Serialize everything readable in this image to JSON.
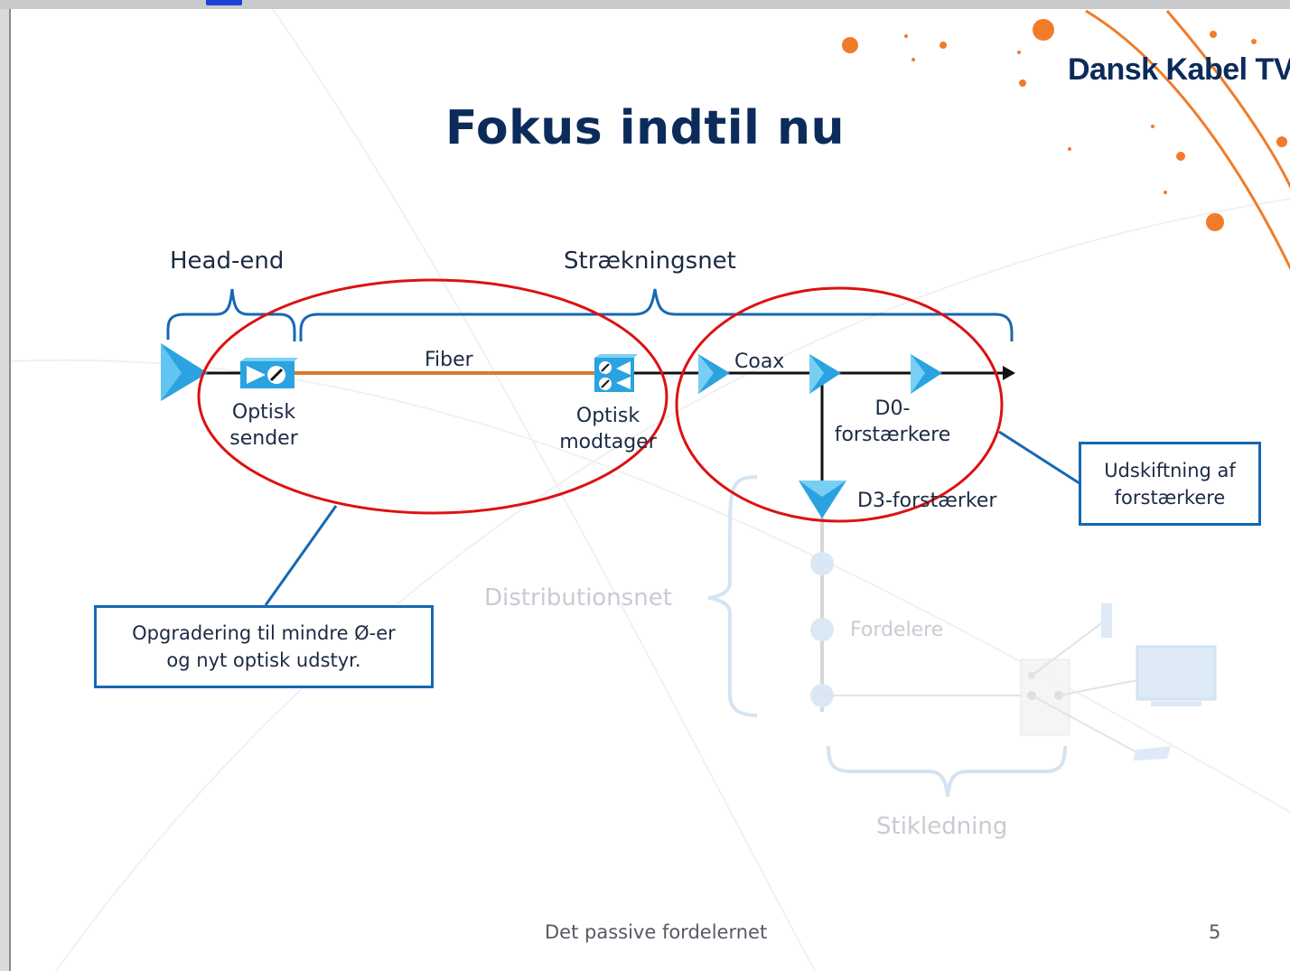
{
  "slide": {
    "title": "Fokus indtil nu",
    "brand": "Dansk Kabel TV",
    "footer_text": "Det passive fordelernet",
    "page_number": "5"
  },
  "diagram": {
    "section_headend": "Head-end",
    "section_straekningsnet": "Strækningsnet",
    "label_fiber": "Fiber",
    "label_coax": "Coax",
    "optisk_sender": "Optisk\nsender",
    "optisk_modtager": "Optisk\nmodtager",
    "d0_forstaerkere": "D0-\nforstærkere",
    "d3_forstaerker": "D3-forstærker",
    "distributionsnet": "Distributionsnet",
    "fordelere": "Fordelere",
    "stikledning": "Stikledning"
  },
  "callouts": {
    "opgradering": "Opgradering til mindre Ø-er\nog nyt optisk udstyr.",
    "udskiftning": "Udskiftning af\nforstærkere"
  },
  "colors": {
    "title": "#0b2b5b",
    "brace_blue": "#1667b3",
    "highlight_red": "#dd1111",
    "fiber_orange": "#d97b2b",
    "amplifier_cyan": "#2aa3e0",
    "brand_orange": "#f07c2b"
  }
}
